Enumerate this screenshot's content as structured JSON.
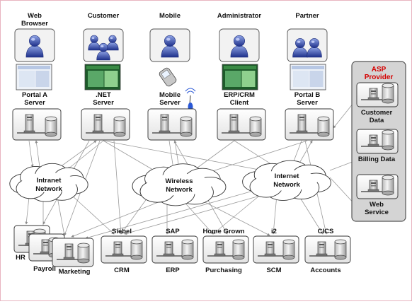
{
  "users": [
    {
      "label1": "Web",
      "label2": "Browser",
      "people": 1
    },
    {
      "label1": "Customer",
      "label2": "",
      "people": 3
    },
    {
      "label1": "Mobile",
      "label2": "",
      "people": 1
    },
    {
      "label1": "Administrator",
      "label2": "",
      "people": 1
    },
    {
      "label1": "Partner",
      "label2": "",
      "people": 2
    }
  ],
  "servers": [
    {
      "label1": "Portal A",
      "label2": "Server"
    },
    {
      "label1": ".NET",
      "label2": "Server"
    },
    {
      "label1": "Mobile",
      "label2": "Server"
    },
    {
      "label1": "ERP/CRM",
      "label2": "Client"
    },
    {
      "label1": "Portal B",
      "label2": "Server"
    }
  ],
  "networks": [
    "Intranet Network",
    "Wireless Network",
    "Internet Network"
  ],
  "network_lines": {
    "intranet": [
      "Intranet",
      "Network"
    ],
    "wireless": [
      "Wireless",
      "Network"
    ],
    "internet": [
      "Internet",
      "Network"
    ]
  },
  "asp": {
    "title1": "ASP",
    "title2": "Provider",
    "services": [
      {
        "label1": "Customer",
        "label2": "Data"
      },
      {
        "label1": "Billing Data",
        "label2": ""
      },
      {
        "label1": "Web",
        "label2": "Service"
      }
    ]
  },
  "hr_stack": {
    "hr": "HR",
    "payroll": "Payroll",
    "marketing": "Marketing"
  },
  "backends": [
    {
      "top": "Siebel",
      "bottom": "CRM"
    },
    {
      "top": "SAP",
      "bottom": "ERP"
    },
    {
      "top": "Home Grown",
      "bottom": "Purchasing"
    },
    {
      "top": "i2",
      "bottom": "SCM"
    },
    {
      "top": "CICS",
      "bottom": "Accounts"
    }
  ],
  "colors": {
    "person_blue": "#2c3f9c",
    "person_light": "#8fa4e6",
    "asp_bg": "#d4d4d4",
    "asp_title": "#d40000",
    "arrow": "#999999"
  }
}
